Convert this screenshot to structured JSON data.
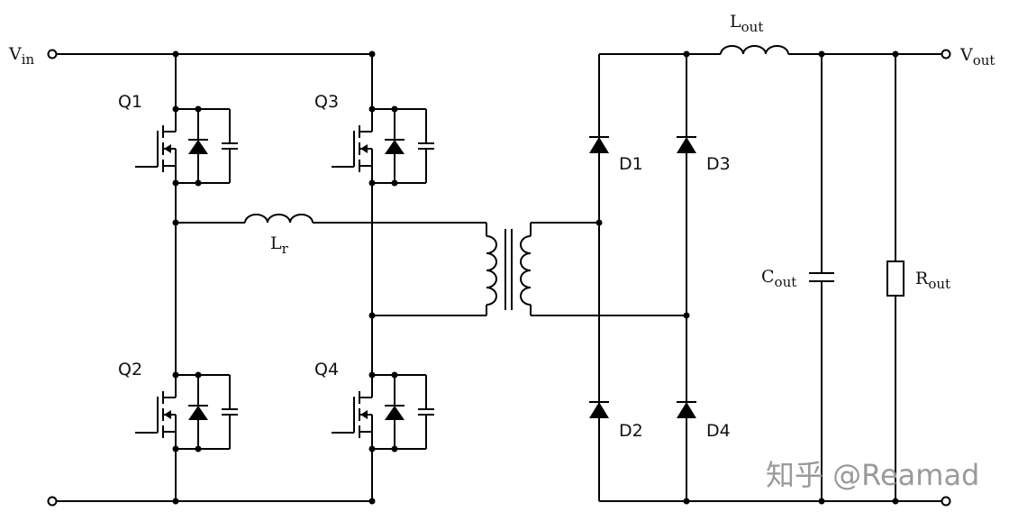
{
  "terminals": {
    "vin": {
      "main": "V",
      "sub": "in"
    },
    "vout": {
      "main": "V",
      "sub": "out"
    }
  },
  "components": {
    "switches": [
      "Q1",
      "Q2",
      "Q3",
      "Q4"
    ],
    "diodes": [
      "D1",
      "D2",
      "D3",
      "D4"
    ],
    "resonant_inductor": {
      "main": "L",
      "sub": "r"
    },
    "output_inductor": {
      "main": "L",
      "sub": "out"
    },
    "output_capacitor": {
      "main": "C",
      "sub": "out"
    },
    "load_resistor": {
      "main": "R",
      "sub": "out"
    }
  },
  "watermark": "知乎 @Reamad"
}
